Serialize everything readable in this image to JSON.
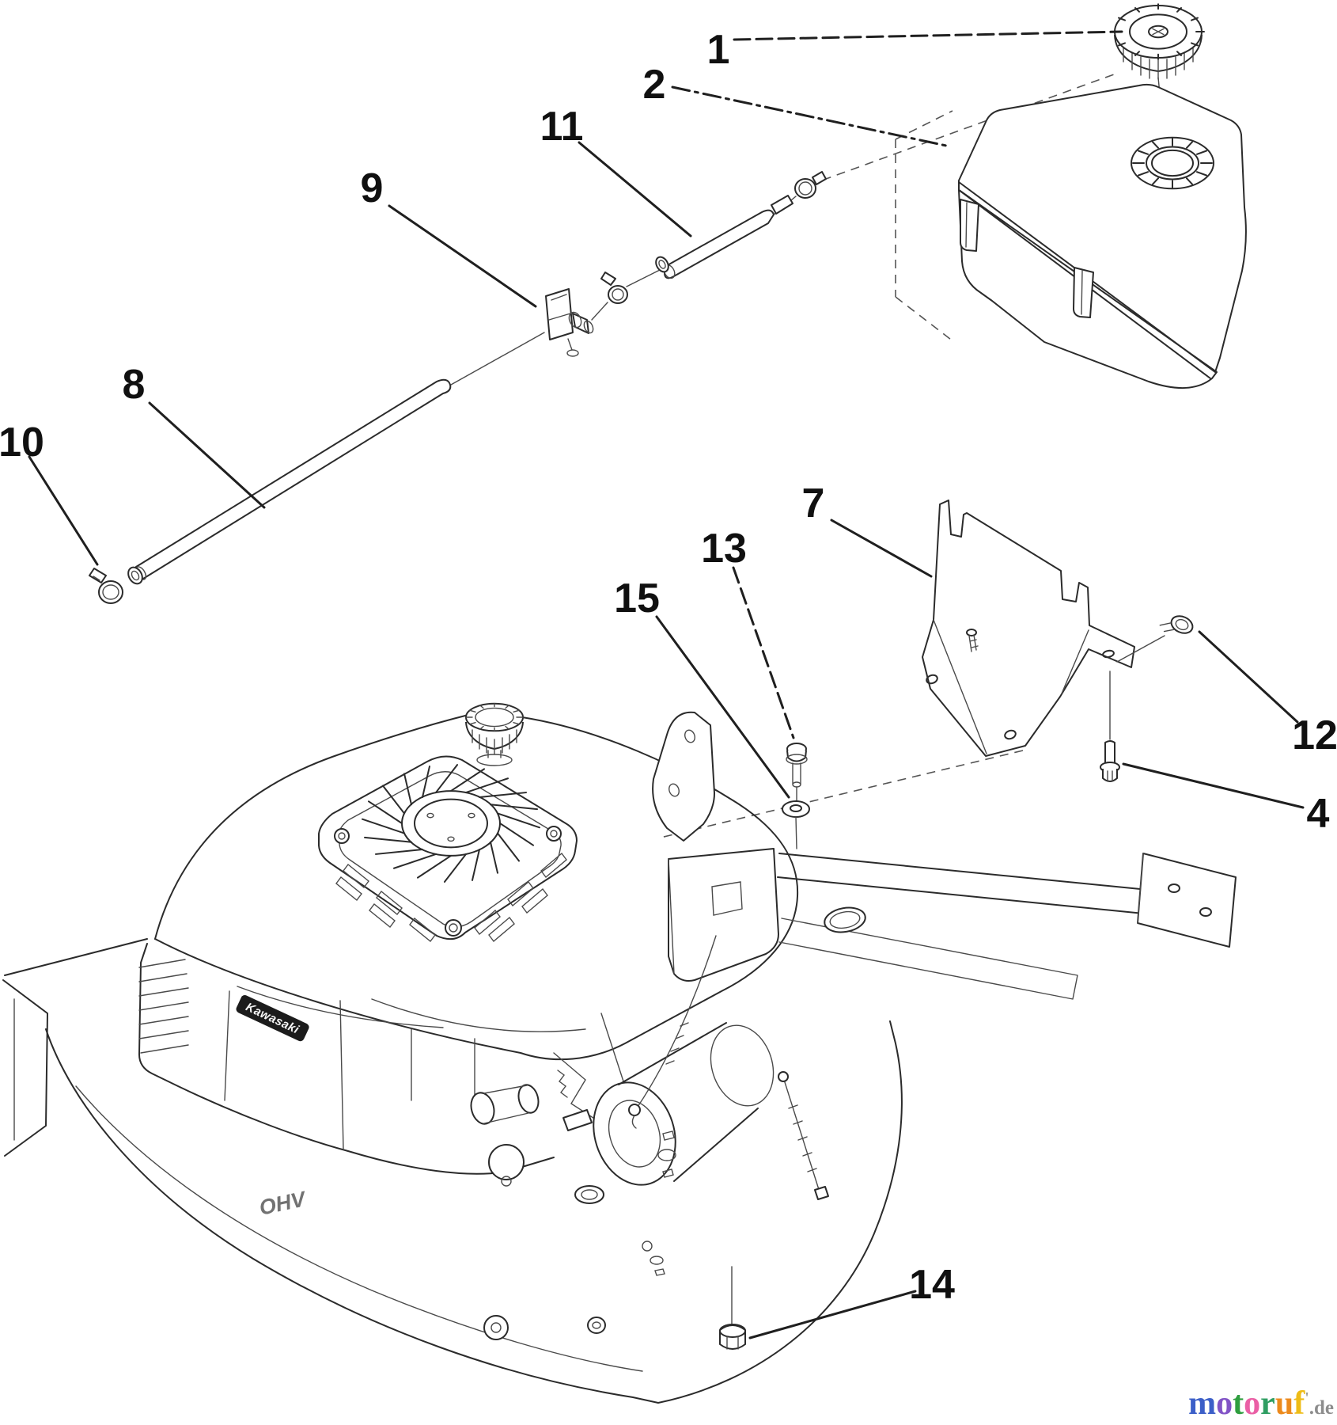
{
  "diagram": {
    "type": "exploded-parts-diagram",
    "background_color": "#ffffff",
    "line_color": "#2b2b2b",
    "callouts": [
      {
        "label": "1"
      },
      {
        "label": "2"
      },
      {
        "label": "11"
      },
      {
        "label": "9"
      },
      {
        "label": "8"
      },
      {
        "label": "10"
      },
      {
        "label": "7"
      },
      {
        "label": "13"
      },
      {
        "label": "15"
      },
      {
        "label": "12"
      },
      {
        "label": "4"
      },
      {
        "label": "14"
      }
    ],
    "engine": {
      "brand": "Kawasaki",
      "valve_type": "OHV"
    }
  },
  "watermark": {
    "letters": [
      {
        "ch": "m",
        "color": "#3c5fc8"
      },
      {
        "ch": "o",
        "color": "#8253c6"
      },
      {
        "ch": "t",
        "color": "#2f9e3f"
      },
      {
        "ch": "o",
        "color": "#ea5fa5"
      },
      {
        "ch": "r",
        "color": "#2f9e62"
      },
      {
        "ch": "u",
        "color": "#ec8a1c"
      },
      {
        "ch": "f",
        "color": "#eebc17"
      }
    ],
    "trademark_tick": "'",
    "tick_color": "#9a9a9a",
    "suffix": ".de",
    "suffix_color": "#8d8d8d"
  }
}
